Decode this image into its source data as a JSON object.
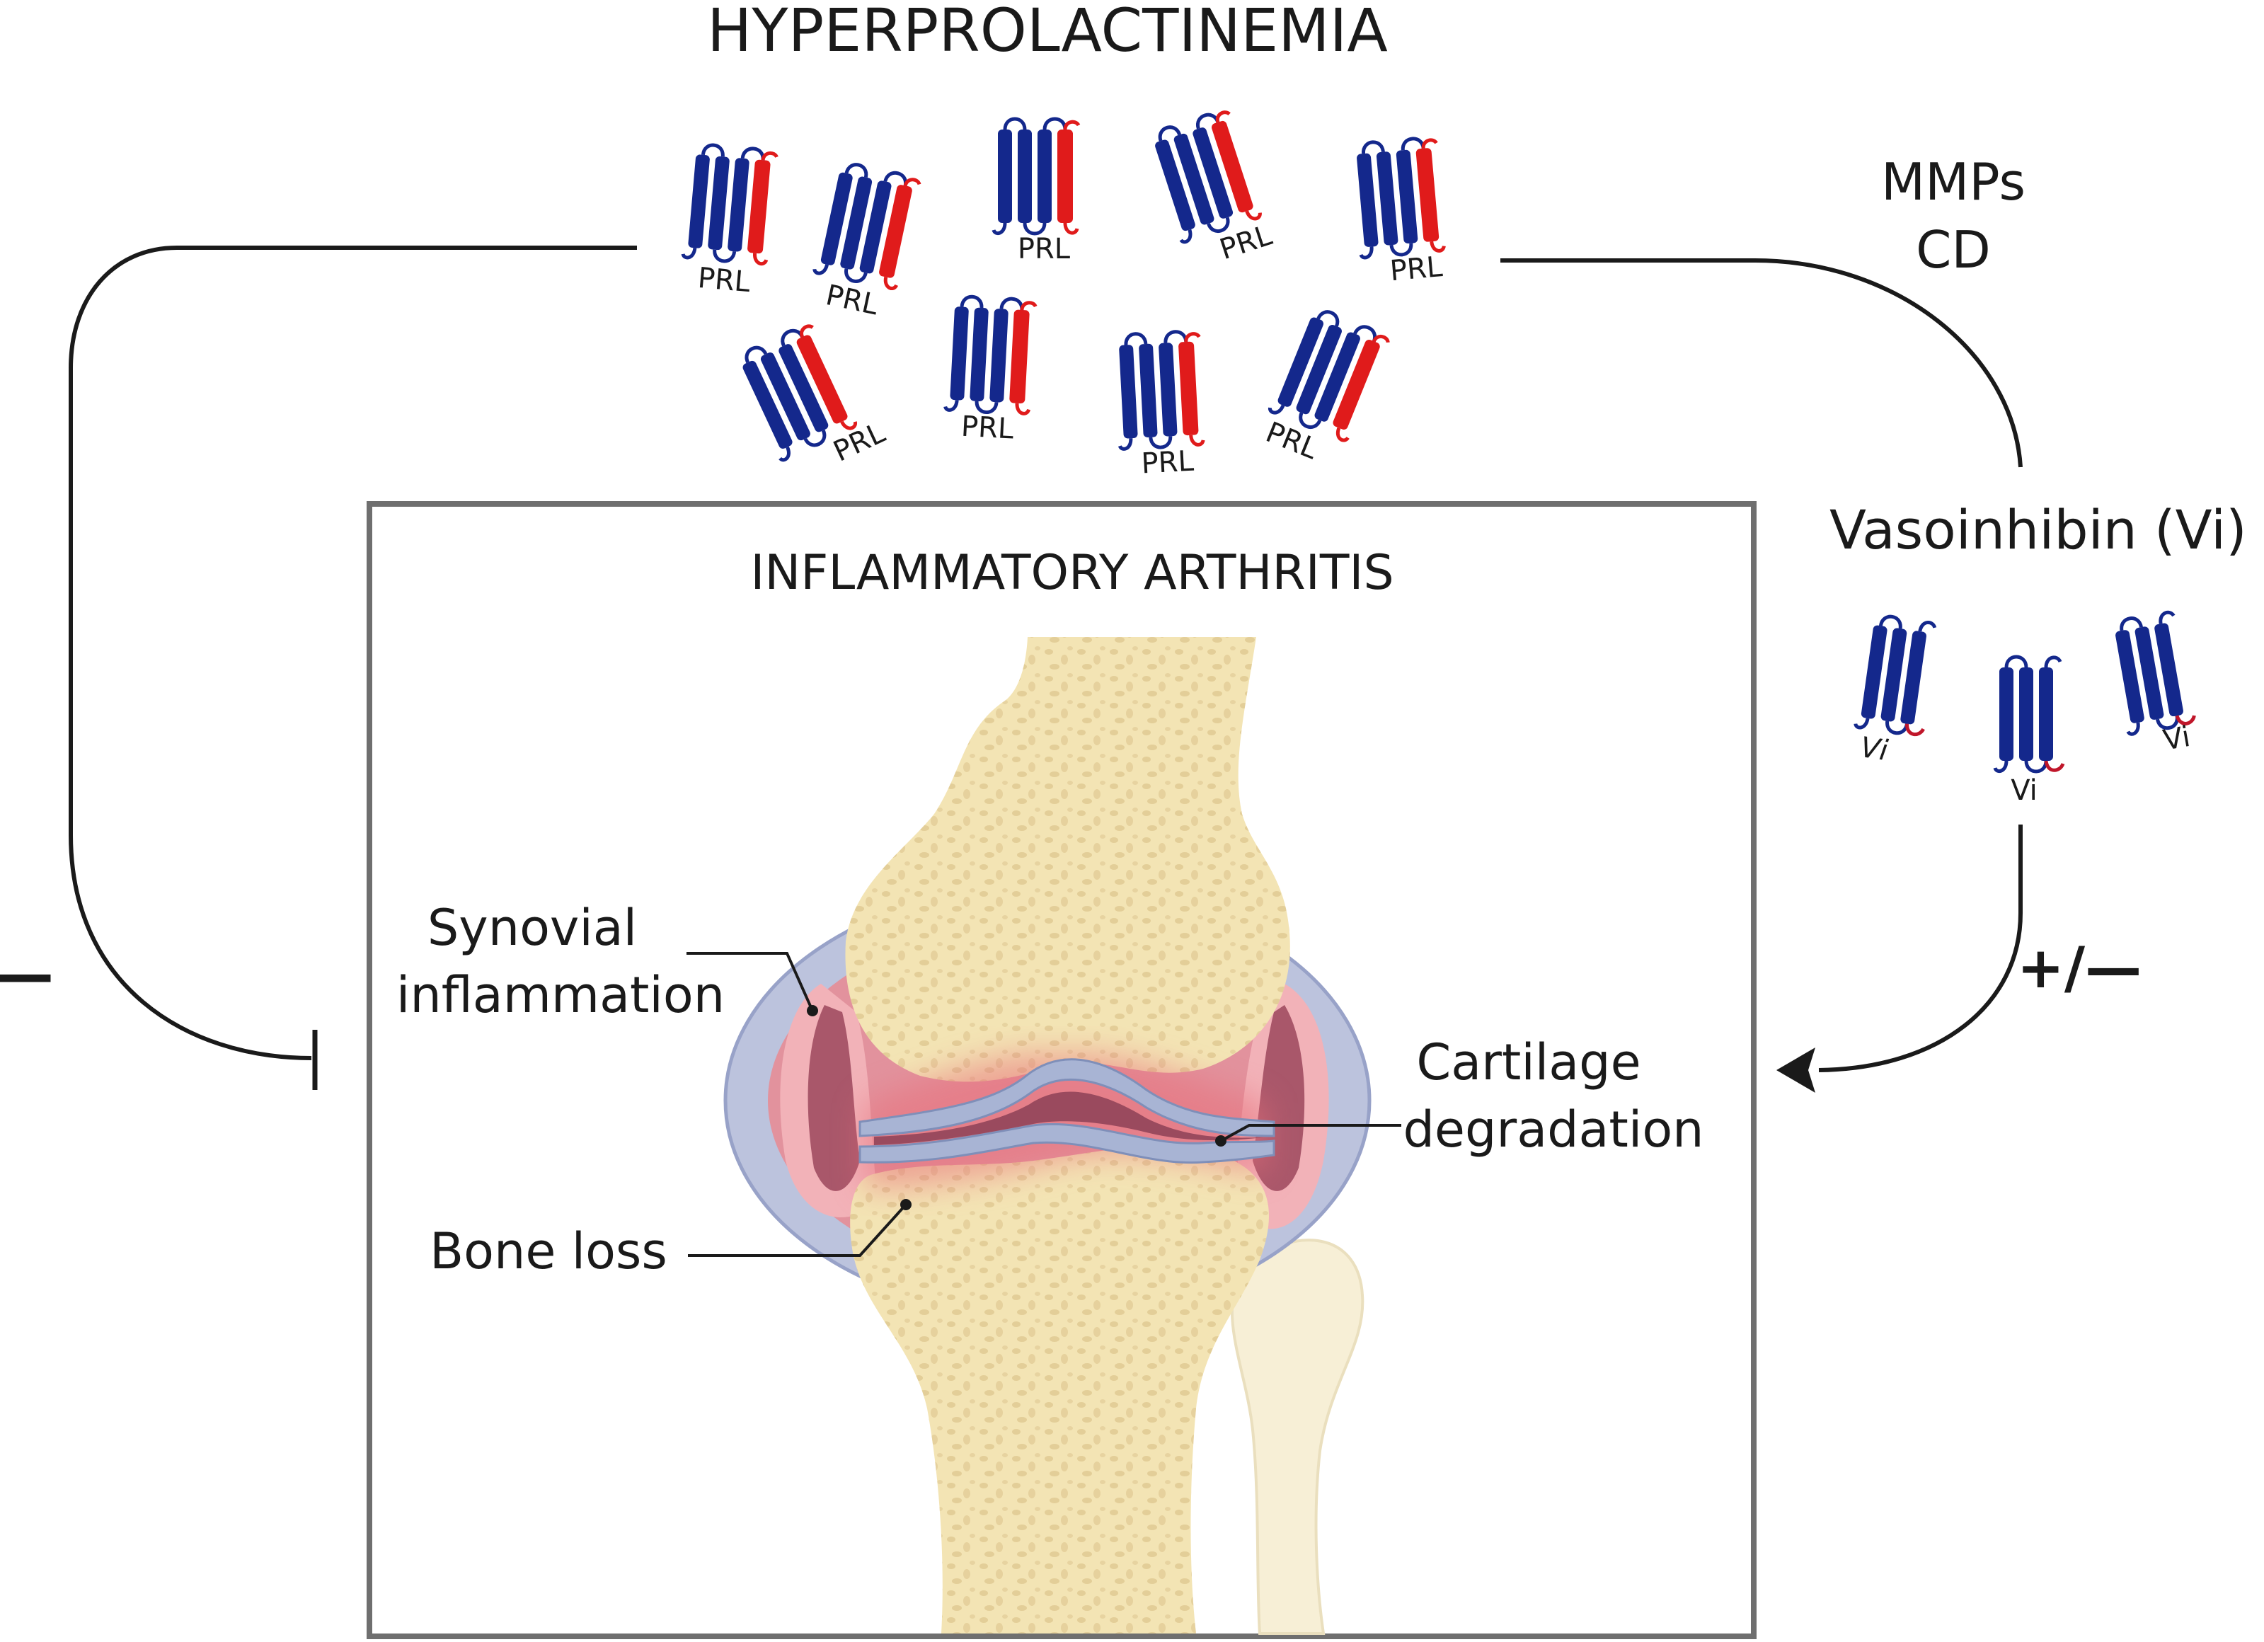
{
  "title": "HYPERPROLACTINEMIA",
  "box_title": "INFLAMMATORY ARTHRITIS",
  "enzymes": [
    "MMPs",
    "CD"
  ],
  "fragment_name": "Vasoinhibin (Vi)",
  "prl_label": "PRL",
  "vi_label": "Vi",
  "effect_left": "—",
  "effect_right": "+/—",
  "labels": {
    "synovial": [
      "Synovial",
      "inflammation"
    ],
    "bone_loss": "Bone loss",
    "cartilage": [
      "Cartilage",
      "degradation"
    ]
  },
  "colors": {
    "helix_blue": "#14288c",
    "helix_red": "#e01b1b",
    "bone": "#f3e4b4",
    "inflammation": "#e88a8f",
    "synovium": "#b8bfdc"
  }
}
